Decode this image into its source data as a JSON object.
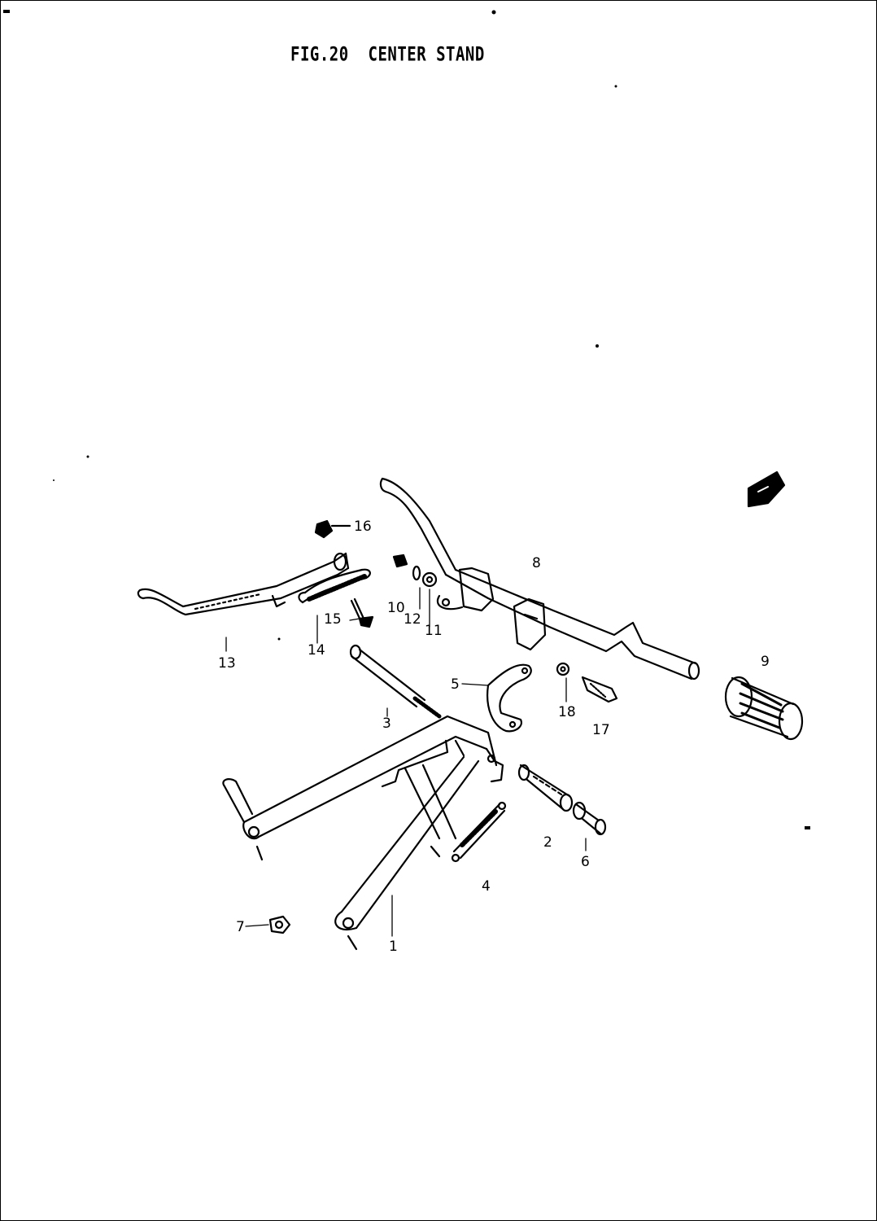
{
  "figure": {
    "title": "FIG.20  CENTER STAND"
  },
  "callouts": {
    "c1": "1",
    "c2": "2",
    "c3": "3",
    "c4": "4",
    "c5": "5",
    "c6": "6",
    "c7": "7",
    "c8": "8",
    "c9": "9",
    "c10": "10",
    "c11": "11",
    "c12": "12",
    "c13": "13",
    "c14": "14",
    "c15": "15",
    "c16": "16",
    "c17": "17",
    "c18": "18"
  }
}
